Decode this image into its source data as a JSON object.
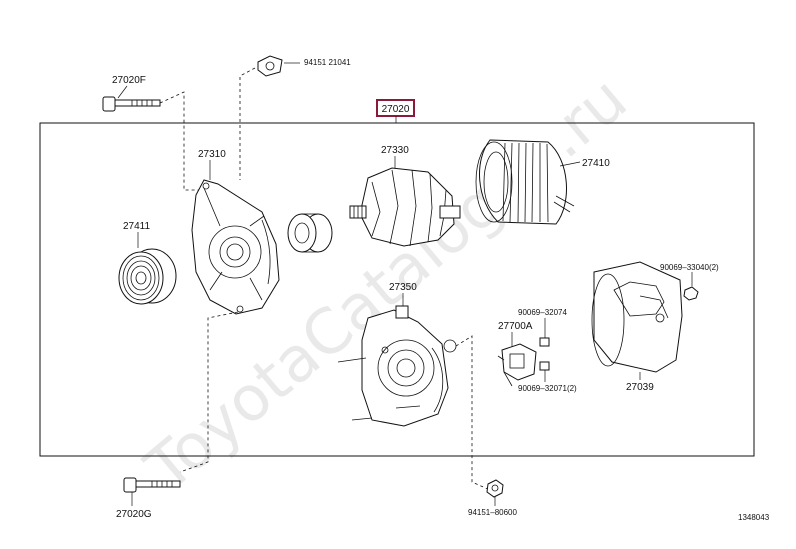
{
  "diagram": {
    "assembly_code": "27020",
    "diagram_id": "1348043",
    "watermark": "ToyotaCatalogue.ru",
    "parts": {
      "bolt_top": "27020F",
      "bolt_bottom": "27020G",
      "cap_top": "94151  21041",
      "frame_drive": "27310",
      "rotor": "27330",
      "stator": "27410",
      "pulley": "27411",
      "frame_rear": "27350",
      "regulator": "27700A",
      "screw_1": "90069–32074",
      "screw_2": "90069–32071(2)",
      "nut_cover": "90069–33040(2)",
      "cover": "27039",
      "nut_bottom": "94151–80600"
    }
  }
}
